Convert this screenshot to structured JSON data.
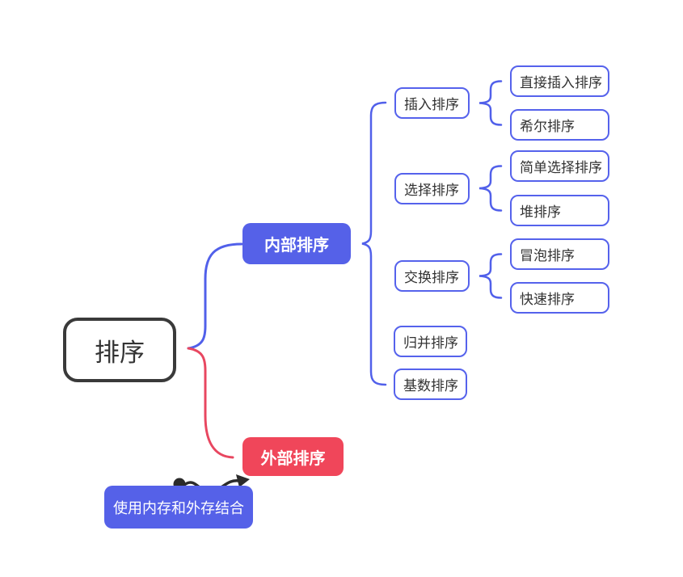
{
  "colors": {
    "branch_blue": "#5561E8",
    "branch_red": "#F0465A",
    "line_blue": "#5160EA",
    "line_red": "#E84760",
    "node_border": "#5562EC",
    "root_border": "#3A3A3A",
    "text_dark": "#333333",
    "arrow_black": "#2B2B2B"
  },
  "mindmap": {
    "root": {
      "label": "排序"
    },
    "internal": {
      "label": "内部排序",
      "insertion": {
        "label": "插入排序",
        "children": [
          {
            "label": "直接插入排序"
          },
          {
            "label": "希尔排序"
          }
        ]
      },
      "selection": {
        "label": "选择排序",
        "children": [
          {
            "label": "简单选择排序"
          },
          {
            "label": "堆排序"
          }
        ]
      },
      "exchange": {
        "label": "交换排序",
        "children": [
          {
            "label": "冒泡排序"
          },
          {
            "label": "快速排序"
          }
        ]
      },
      "merge": {
        "label": "归并排序"
      },
      "radix": {
        "label": "基数排序"
      }
    },
    "external": {
      "label": "外部排序",
      "note": {
        "label": "使用内存和外存结合"
      }
    }
  }
}
